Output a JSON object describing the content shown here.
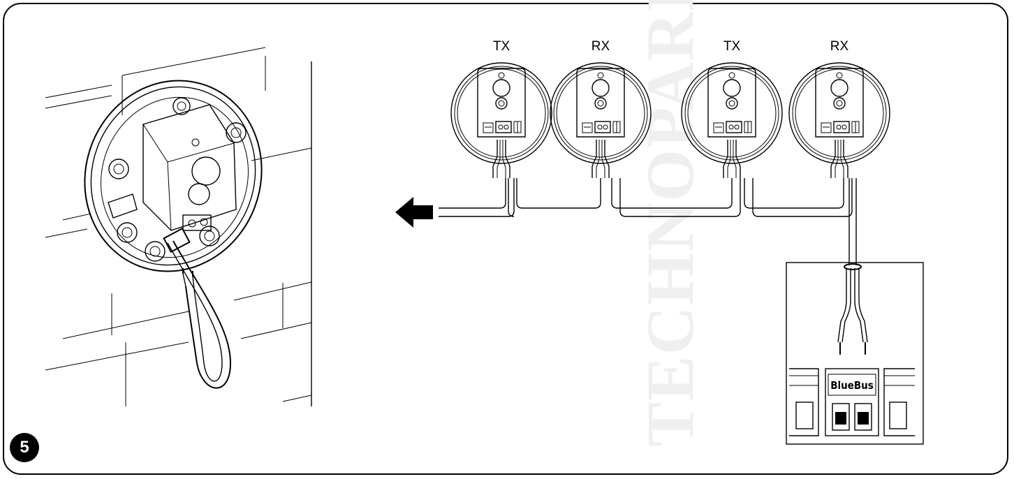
{
  "watermark": "TECHNOPARK",
  "figure_number": "5",
  "photocells": [
    {
      "label": "TX"
    },
    {
      "label": "RX"
    },
    {
      "label": "TX"
    },
    {
      "label": "RX"
    }
  ],
  "terminal_block": {
    "label": "BlueBus"
  },
  "colors": {
    "line": "#000000",
    "watermark": "#efefef",
    "background": "#ffffff"
  },
  "icons": [
    "arrow-left-icon",
    "photocell-icon",
    "wall-mounted-photocell-icon",
    "terminal-block-icon"
  ]
}
